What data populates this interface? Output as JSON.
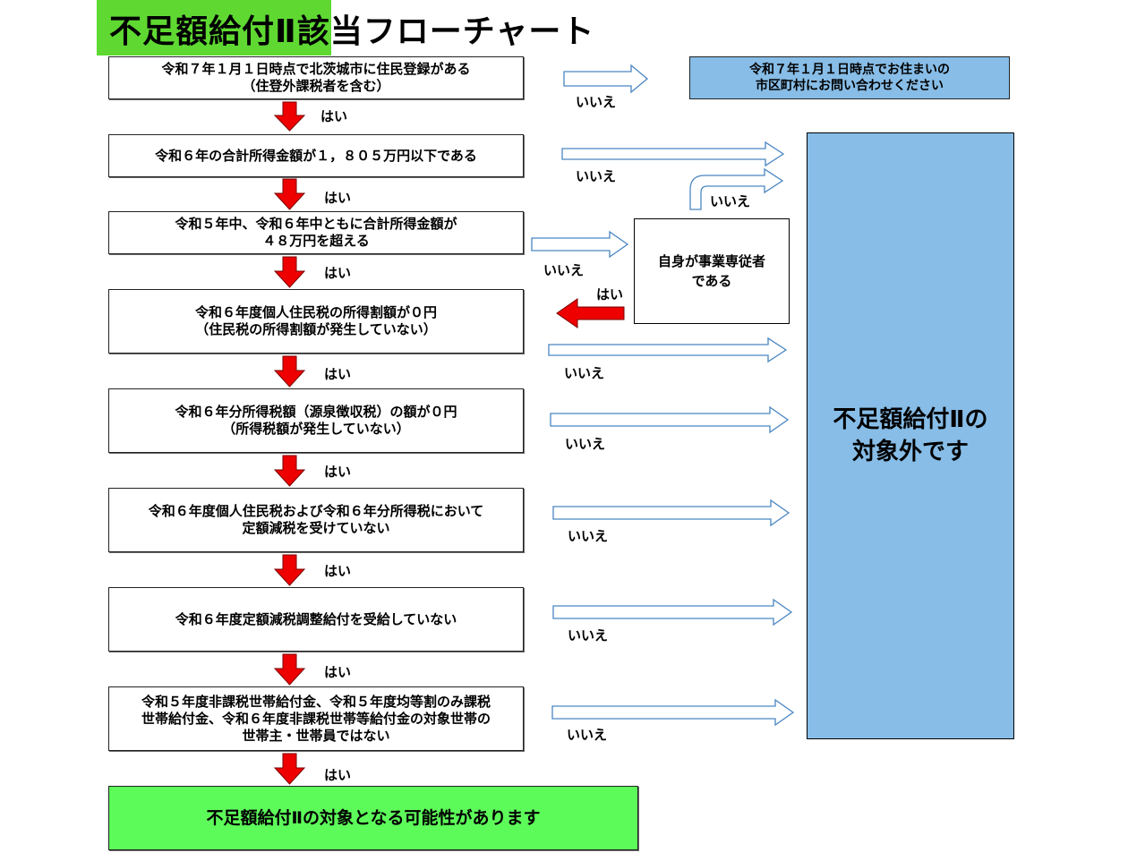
{
  "title": "不足額給付Ⅱ該当フローチャート",
  "steps": [
    {
      "text": "令和７年１月１日時点で北茨城市に住民登録がある\n（住登外課税者を含む）"
    },
    {
      "text": "令和６年の合計所得金額が１，８０５万円以下である"
    },
    {
      "text": "令和５年中、令和６年中ともに合計所得金額が\n４８万円を超える"
    },
    {
      "text": "令和６年度個人住民税の所得割額が０円\n（住民税の所得割額が発生していない）"
    },
    {
      "text": "令和６年分所得税額（源泉徴収税）の額が０円\n（所得税額が発生していない）"
    },
    {
      "text": "令和６年度個人住民税および令和６年分所得税において\n定額減税を受けていない"
    },
    {
      "text": "令和６年度定額減税調整給付を受給していない"
    },
    {
      "text": "令和５年度非課税世帯給付金、令和５年度均等割のみ課税\n世帯給付金、令和６年度非課税世帯等給付金の対象世帯の\n世帯主・世帯員ではない"
    }
  ],
  "contact_box": "令和７年１月１日時点でお住まいの\n市区町村にお問い合わせください",
  "side_question": "自身が事業専従者\nである",
  "not_eligible": "不足額給付Ⅱの\n対象外です",
  "result": "不足額給付Ⅱの対象となる可能性があります",
  "labels": {
    "yes": "はい",
    "no": "いいえ"
  },
  "colors": {
    "title_highlight": "#5fd932",
    "blue_box": "#87bde7",
    "green_box": "#5dfb5a",
    "arrow_red": "#ee0000",
    "arrow_outline": "#4a86c2"
  }
}
